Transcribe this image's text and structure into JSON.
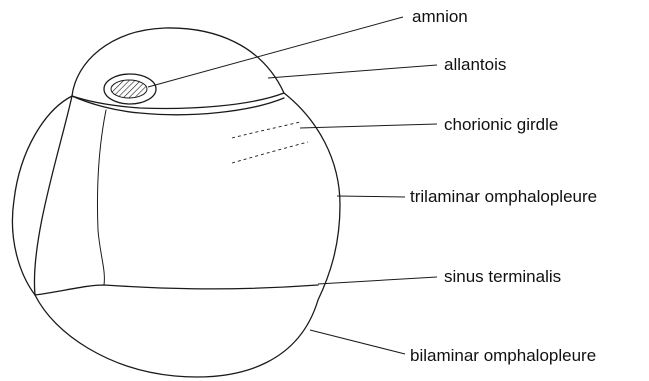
{
  "labels": {
    "amnion": "amnion",
    "allantois": "allantois",
    "chorionic_girdle": "chorionic girdle",
    "trilaminar_omphalopleure": "trilaminar omphalopleure",
    "sinus_terminalis": "sinus terminalis",
    "bilaminar_omphalopleure": "bilaminar omphalopleure"
  }
}
